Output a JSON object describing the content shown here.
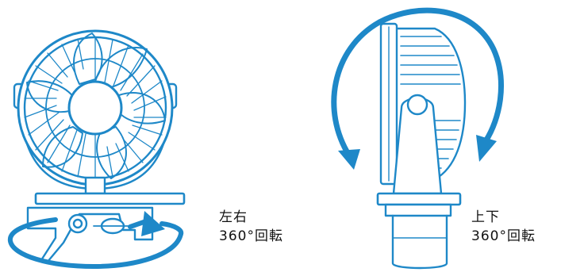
{
  "colors": {
    "accent": "#1e88c8",
    "text": "#111111",
    "background": "#ffffff"
  },
  "left_view": {
    "icon": "clip-fan-front-view",
    "rotation_icon": "horizontal-rotation-arrow",
    "caption_line1": "左右",
    "caption_line2": "360°回転"
  },
  "right_view": {
    "icon": "clip-fan-side-view",
    "rotation_icon": "vertical-rotation-arrow",
    "caption_line1": "上下",
    "caption_line2": "360°回転"
  }
}
